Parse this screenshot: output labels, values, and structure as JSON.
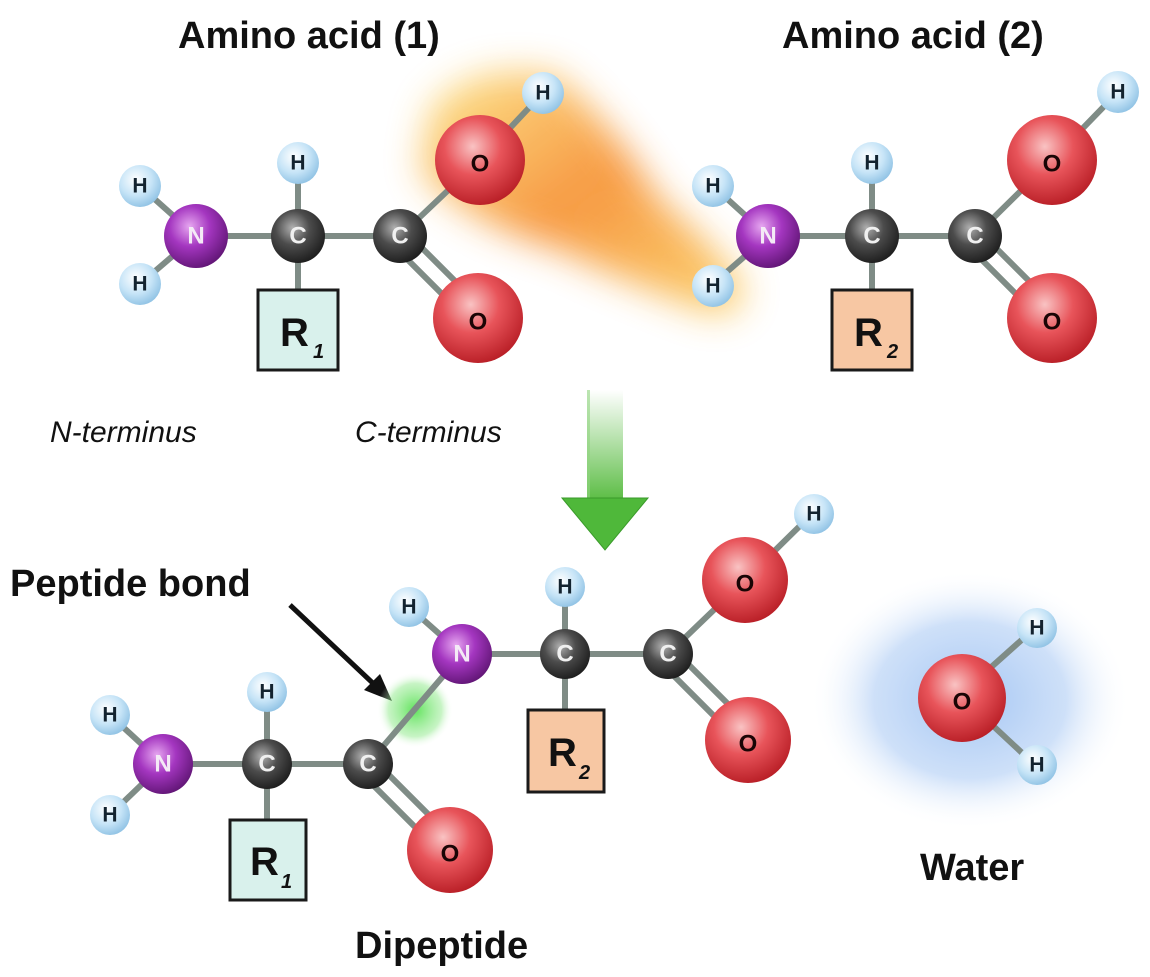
{
  "titles": {
    "amino_acid_1": "Amino acid (1)",
    "amino_acid_2": "Amino acid (2)"
  },
  "terminus_labels": {
    "n_terminus": "N-terminus",
    "c_terminus": "C-terminus"
  },
  "annotations": {
    "peptide_bond": "Peptide bond",
    "dipeptide": "Dipeptide",
    "water": "Water"
  },
  "atoms": {
    "hydrogen": "H",
    "nitrogen": "N",
    "carbon": "C",
    "oxygen": "O"
  },
  "side_chains": {
    "r1": {
      "letter": "R",
      "sub": "1"
    },
    "r2": {
      "letter": "R",
      "sub": "2"
    }
  },
  "colors": {
    "hydrogen": "#bfe0f5",
    "nitrogen": "#9b2fb5",
    "carbon": "#4a4a4a",
    "oxygen": "#e23a3a",
    "r1_fill": "#d9f1ec",
    "r2_fill": "#f7c7a3",
    "reaction_arrow": "#4fb83a",
    "condensation_glow": "#f7a13a",
    "peptide_bond_glow": "#5fe05a",
    "water_glow": "#a9c9f5"
  }
}
